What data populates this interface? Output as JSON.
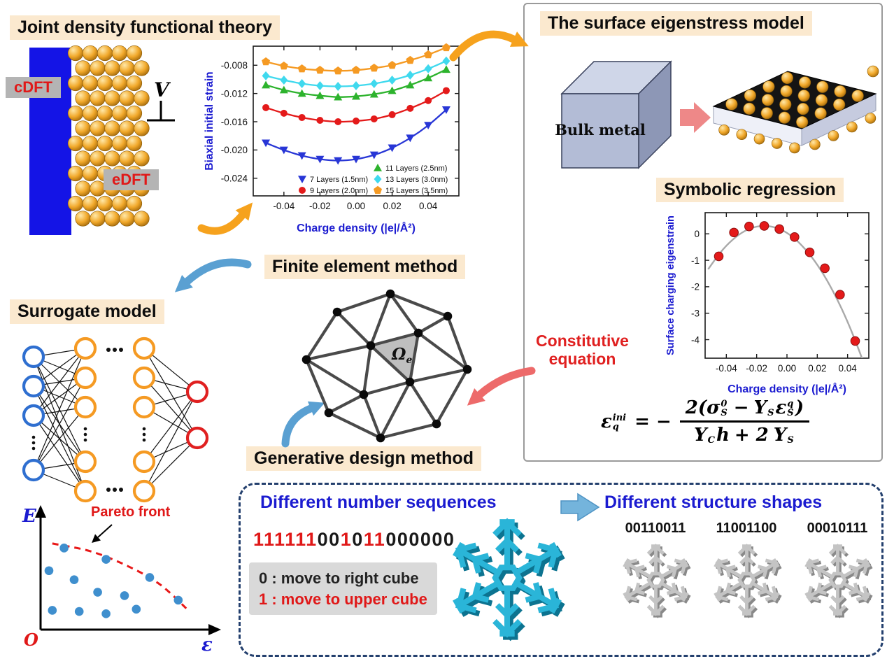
{
  "jdft": {
    "title": "Joint density functional theory",
    "cdft": "cDFT",
    "edft": "eDFT",
    "voltage": "V"
  },
  "eigenstress": {
    "title": "The surface eigenstress model",
    "bulk_label": "Bulk metal"
  },
  "symbolic_title": "Symbolic regression",
  "constitutive": {
    "line1": "Constitutive",
    "line2": "equation"
  },
  "fem": {
    "title": "Finite element method",
    "element": "Ω",
    "element_sub": "e"
  },
  "surrogate_title": "Surrogate model",
  "generative_title": "Generative design method",
  "equation": {
    "lhs_var": "ε",
    "lhs_sup": "ini",
    "lhs_sub": "q",
    "rel": "= −",
    "num_t1": "2(",
    "num_sigma": "σ",
    "num_sigma_sup": "0",
    "num_sigma_sub": "S",
    "num_minus": "−",
    "num_Y": "Y",
    "num_Y_sub": "S",
    "num_eps": "ε",
    "num_eps_sup": "q",
    "num_eps_sub": "S",
    "num_t2": ")",
    "den_Y1": "Y",
    "den_Y1_sub": "C",
    "den_h": "h",
    "den_plus": "+ 2",
    "den_Y2": "Y",
    "den_Y2_sub": "S"
  },
  "sequences": {
    "title": "Different number sequences",
    "parts": [
      {
        "text": "111111"
      },
      {
        "text": "00"
      },
      {
        "text": "1"
      },
      {
        "text": "0"
      },
      {
        "text": "11"
      },
      {
        "text": "000000"
      }
    ],
    "rule0": "0 : move to right cube",
    "rule1": "1 : move to upper cube"
  },
  "shapes": {
    "title": "Different structure shapes",
    "labels": [
      "00110011",
      "11001100",
      "00010111"
    ]
  },
  "nn": {
    "layers": [
      {
        "color": "#2f6fd0",
        "count": 4
      },
      {
        "color": "#f59a23",
        "count": 5
      },
      {
        "color": "#f59a23",
        "count": 5
      },
      {
        "color": "#e02020",
        "count": 2
      }
    ]
  },
  "chart_data": [
    {
      "type": "scatter",
      "name": "biaxial-initial-strain",
      "xlabel": "Charge density (|e|/Å²)",
      "ylabel": "Biaxial initial strain",
      "xlim": [
        -0.057,
        0.057
      ],
      "ylim": [
        -0.0265,
        -0.0053
      ],
      "xticks": [
        -0.04,
        -0.02,
        0,
        0.02,
        0.04
      ],
      "xtick_labels": [
        "-0.04",
        "-0.02",
        "0.00",
        "0.02",
        "0.04"
      ],
      "yticks": [
        -0.008,
        -0.012,
        -0.016,
        -0.02,
        -0.024
      ],
      "ytick_labels": [
        "-0.008",
        "-0.012",
        "-0.016",
        "-0.020",
        "-0.024"
      ],
      "x": [
        -0.05,
        -0.04,
        -0.03,
        -0.02,
        -0.01,
        0.0,
        0.01,
        0.02,
        0.03,
        0.04,
        0.05
      ],
      "series": [
        {
          "name": "7 Layers (1.5nm)",
          "color": "#2836d6",
          "marker": "triangle-down",
          "values": [
            -0.019,
            -0.02,
            -0.0208,
            -0.0213,
            -0.0215,
            -0.0213,
            -0.0207,
            -0.0197,
            -0.0183,
            -0.0165,
            -0.0143
          ]
        },
        {
          "name": "9 Layers (2.0nm)",
          "color": "#e41a1a",
          "marker": "circle",
          "values": [
            -0.014,
            -0.0148,
            -0.0154,
            -0.0158,
            -0.016,
            -0.0159,
            -0.0156,
            -0.015,
            -0.0141,
            -0.013,
            -0.0116
          ]
        },
        {
          "name": "11 Layers (2.5nm)",
          "color": "#2db32d",
          "marker": "triangle-up",
          "values": [
            -0.0108,
            -0.0115,
            -0.012,
            -0.0123,
            -0.0125,
            -0.0124,
            -0.0121,
            -0.0116,
            -0.0108,
            -0.0098,
            -0.0086
          ]
        },
        {
          "name": "13 Layers (3.0nm)",
          "color": "#3fd9ee",
          "marker": "diamond",
          "values": [
            -0.0095,
            -0.0101,
            -0.0106,
            -0.0109,
            -0.011,
            -0.0109,
            -0.0106,
            -0.0101,
            -0.0094,
            -0.0085,
            -0.0074
          ]
        },
        {
          "name": "15 Layers (3.5nm)",
          "color": "#f59a23",
          "marker": "pentagon",
          "values": [
            -0.0075,
            -0.0081,
            -0.0085,
            -0.0087,
            -0.0088,
            -0.0087,
            -0.0084,
            -0.008,
            -0.0073,
            -0.0065,
            -0.0055
          ]
        }
      ],
      "legend_columns": [
        [
          0,
          1
        ],
        [
          2,
          3,
          4
        ]
      ]
    },
    {
      "type": "scatter",
      "name": "surface-charging-eigenstrain",
      "xlabel": "Charge density (|e|/Å²)",
      "ylabel": "Surface charging eigenstrain",
      "xlim": [
        -0.054,
        0.054
      ],
      "ylim": [
        -4.7,
        0.8
      ],
      "xticks": [
        -0.04,
        -0.02,
        0,
        0.02,
        0.04
      ],
      "xtick_labels": [
        "-0.04",
        "-0.02",
        "0.00",
        "0.02",
        "0.04"
      ],
      "yticks": [
        0,
        -1,
        -2,
        -3,
        -4
      ],
      "ytick_labels": [
        "0",
        "-1",
        "-2",
        "-3",
        "-4"
      ],
      "curve": {
        "color": "#a9a9a9",
        "x": [
          -0.052,
          -0.044,
          -0.036,
          -0.028,
          -0.02,
          -0.012,
          -0.004,
          0.004,
          0.012,
          0.02,
          0.028,
          0.036,
          0.044,
          0.052
        ],
        "y": [
          -1.34,
          -0.71,
          -0.23,
          0.1,
          0.27,
          0.29,
          0.16,
          -0.13,
          -0.58,
          -1.17,
          -1.92,
          -2.82,
          -3.88,
          -5.09
        ]
      },
      "points": {
        "color": "#e41a1a",
        "x": [
          -0.045,
          -0.035,
          -0.025,
          -0.015,
          -0.005,
          0.005,
          0.015,
          0.025,
          0.035,
          0.045
        ],
        "y": [
          -0.85,
          0.05,
          0.28,
          0.3,
          0.18,
          -0.12,
          -0.7,
          -1.3,
          -2.3,
          -4.05
        ]
      }
    },
    {
      "type": "scatter",
      "name": "pareto-front",
      "xlabel": "ε",
      "ylabel": "E",
      "origin_label": "O",
      "annotation": "Pareto front",
      "points": [
        [
          14,
          72
        ],
        [
          39,
          62
        ],
        [
          65,
          46
        ],
        [
          82,
          26
        ],
        [
          5,
          52
        ],
        [
          20,
          44
        ],
        [
          34,
          33
        ],
        [
          50,
          30
        ],
        [
          7,
          17
        ],
        [
          23,
          16
        ],
        [
          39,
          14
        ],
        [
          57,
          18
        ]
      ],
      "front": [
        [
          7,
          76
        ],
        [
          30,
          69
        ],
        [
          52,
          56
        ],
        [
          71,
          40
        ],
        [
          88,
          17
        ]
      ]
    }
  ]
}
